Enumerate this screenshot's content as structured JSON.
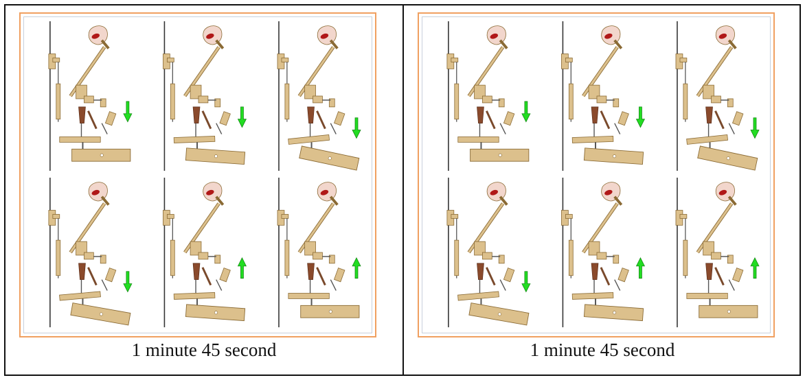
{
  "cells": [
    {
      "caption": "1 minute 45 second"
    },
    {
      "caption": "1 minute 45 second"
    }
  ],
  "panels": [
    {
      "arrow": "down"
    },
    {
      "arrow": "down"
    },
    {
      "arrow": "down"
    },
    {
      "arrow": "down"
    },
    {
      "arrow": "up"
    },
    {
      "arrow": "up"
    }
  ],
  "colors": {
    "wood": "#dcc08c",
    "wood_stroke": "#8a6a34",
    "hammer_felt": "#f2d6cc",
    "hammer_core": "#b01818",
    "arrow": "#22dd22",
    "frame_outer": "#f0a060",
    "frame_inner": "#c8d0dc",
    "rail": "#333333"
  }
}
